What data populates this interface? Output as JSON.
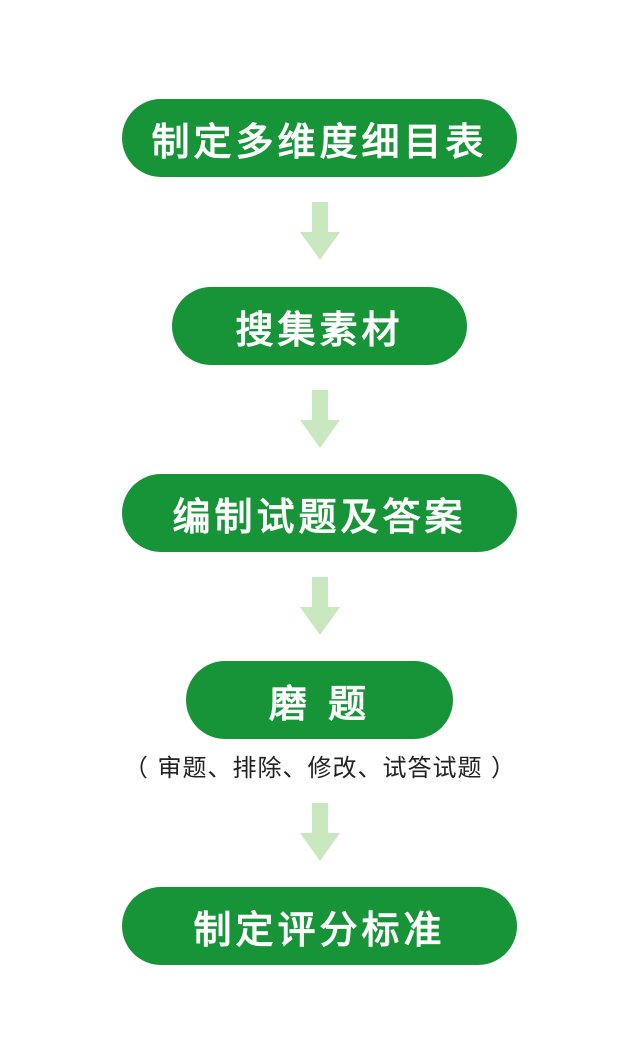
{
  "steps": [
    {
      "label": "制定多维度细目表"
    },
    {
      "label": "搜集素材"
    },
    {
      "label": "编制试题及答案"
    },
    {
      "label": "磨 题"
    },
    {
      "label": "制定评分标准"
    }
  ],
  "step4_note": "（ 审题、排除、修改、试答试题 ）",
  "colors": {
    "step_fill": "#169437",
    "arrow_fill": "#c9e8c0",
    "step_text": "#ffffff"
  }
}
